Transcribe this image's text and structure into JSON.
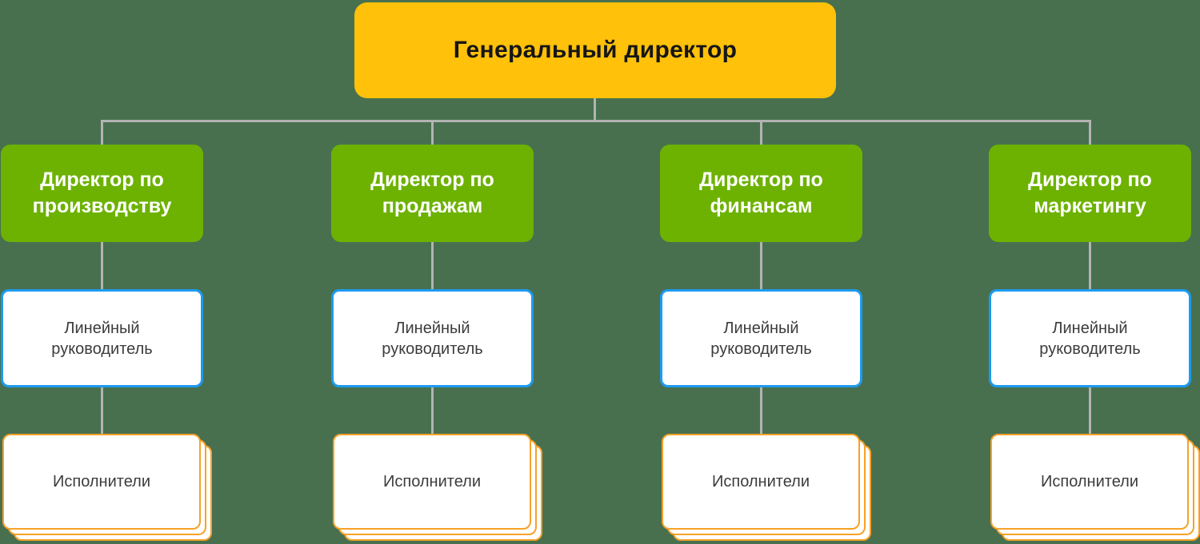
{
  "root": {
    "label": "Генеральный директор"
  },
  "columns": [
    {
      "director": "Директор по производству",
      "manager": "Линейный руководитель",
      "executors": "Исполнители"
    },
    {
      "director": "Директор по продажам",
      "manager": "Линейный руководитель",
      "executors": "Исполнители"
    },
    {
      "director": "Директор по финансам",
      "manager": "Линейный руководитель",
      "executors": "Исполнители"
    },
    {
      "director": "Директор по маркетингу",
      "manager": "Линейный руководитель",
      "executors": "Исполнители"
    }
  ],
  "colors": {
    "background": "#48704F",
    "root_fill": "#FFC10A",
    "director_fill": "#6DB200",
    "manager_border": "#1D9BF0",
    "executor_border": "#F7A128",
    "connector": "#B3B3B3",
    "dark_text": "#3C3C3C",
    "light_text": "#FFFFFF"
  }
}
